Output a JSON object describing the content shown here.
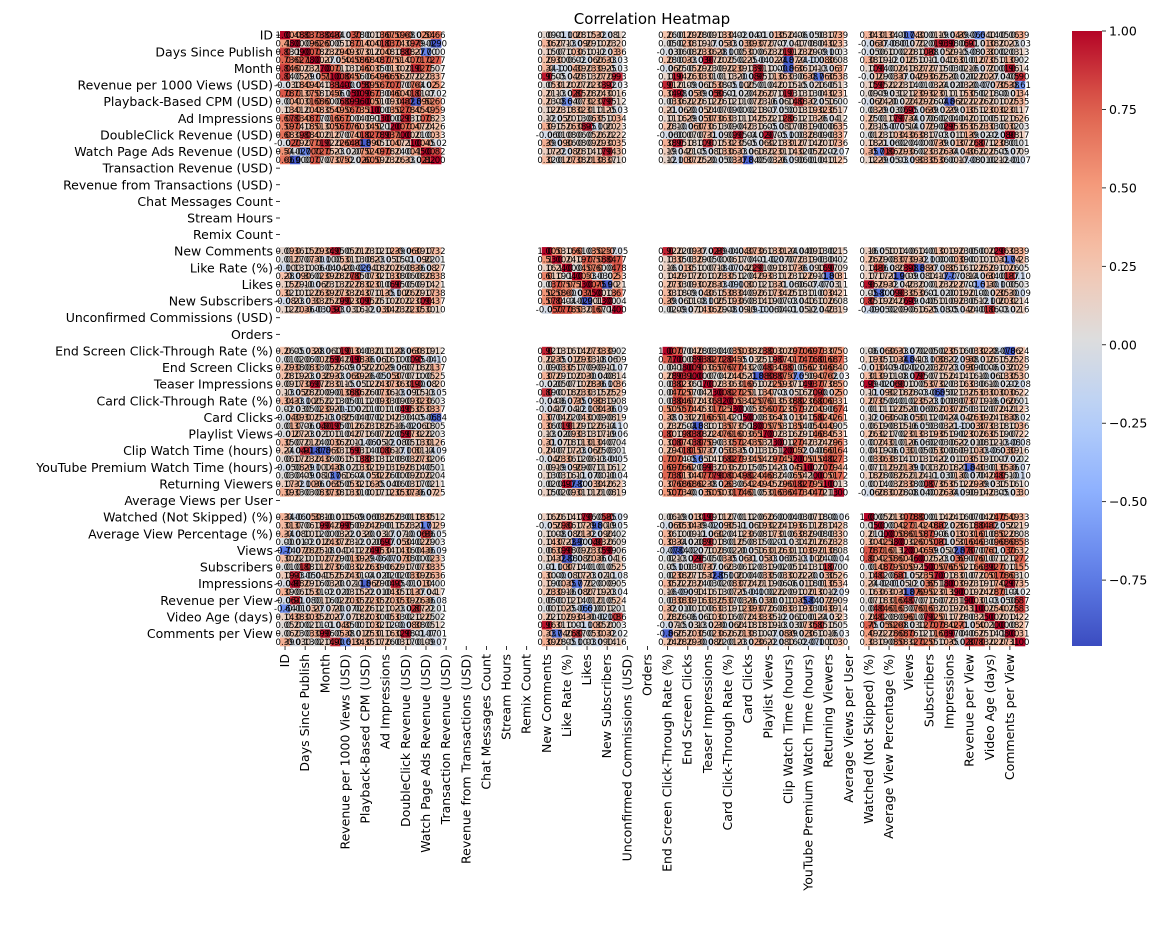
{
  "chart_data": {
    "type": "heatmap",
    "title": "Correlation Heatmap",
    "colormap": "coolwarm",
    "colorbar": {
      "min": -0.96,
      "max": 1.0,
      "ticks": [
        1.0,
        0.75,
        0.5,
        0.25,
        0.0,
        -0.25,
        -0.5,
        -0.75
      ],
      "tick_labels": [
        "1.00",
        "0.75",
        "0.50",
        "0.25",
        "0.00",
        "−0.25",
        "−0.50",
        "−0.75"
      ]
    },
    "row_labels_shown": [
      {
        "row": 0,
        "text": "ID"
      },
      {
        "row": 2,
        "text": "Days Since Publish"
      },
      {
        "row": 4,
        "text": "Month"
      },
      {
        "row": 6,
        "text": "Revenue per 1000 Views (USD)"
      },
      {
        "row": 8,
        "text": "Playback-Based CPM (USD)"
      },
      {
        "row": 10,
        "text": "Ad Impressions"
      },
      {
        "row": 12,
        "text": "DoubleClick Revenue (USD)"
      },
      {
        "row": 14,
        "text": "Watch Page Ads Revenue (USD)"
      },
      {
        "row": 16,
        "text": "Transaction Revenue (USD)"
      },
      {
        "row": 18,
        "text": "Revenue from Transactions (USD)"
      },
      {
        "row": 20,
        "text": "Chat Messages Count"
      },
      {
        "row": 22,
        "text": "Stream Hours"
      },
      {
        "row": 24,
        "text": "Remix Count"
      },
      {
        "row": 26,
        "text": "New Comments"
      },
      {
        "row": 28,
        "text": "Like Rate (%)"
      },
      {
        "row": 30,
        "text": "Likes"
      },
      {
        "row": 32,
        "text": "New Subscribers"
      },
      {
        "row": 34,
        "text": "Unconfirmed Commissions (USD)"
      },
      {
        "row": 36,
        "text": "Orders"
      },
      {
        "row": 38,
        "text": "End Screen Click-Through Rate (%)"
      },
      {
        "row": 40,
        "text": "End Screen Clicks"
      },
      {
        "row": 42,
        "text": "Teaser Impressions"
      },
      {
        "row": 44,
        "text": "Card Click-Through Rate (%)"
      },
      {
        "row": 46,
        "text": "Card Clicks"
      },
      {
        "row": 48,
        "text": "Playlist Views"
      },
      {
        "row": 50,
        "text": "Clip Watch Time (hours)"
      },
      {
        "row": 52,
        "text": "YouTube Premium Watch Time (hours)"
      },
      {
        "row": 54,
        "text": "Returning Viewers"
      },
      {
        "row": 56,
        "text": "Average Views per User"
      },
      {
        "row": 58,
        "text": "Watched (Not Skipped) (%)"
      },
      {
        "row": 60,
        "text": "Average View Percentage (%)"
      },
      {
        "row": 62,
        "text": "Views"
      },
      {
        "row": 64,
        "text": "Subscribers"
      },
      {
        "row": 66,
        "text": "Impressions"
      },
      {
        "row": 68,
        "text": "Revenue per View"
      },
      {
        "row": 70,
        "text": "Video Age (days)"
      },
      {
        "row": 72,
        "text": "Comments per View"
      }
    ],
    "n_variables": 74,
    "empty_indices": [
      16,
      17,
      18,
      19,
      20,
      21,
      22,
      23,
      24,
      25,
      34,
      35,
      36,
      37,
      56,
      57
    ],
    "diagonal_value": 1.0,
    "annotation_format": "2 decimals",
    "cell_values_note": "",
    "seed": 7
  }
}
